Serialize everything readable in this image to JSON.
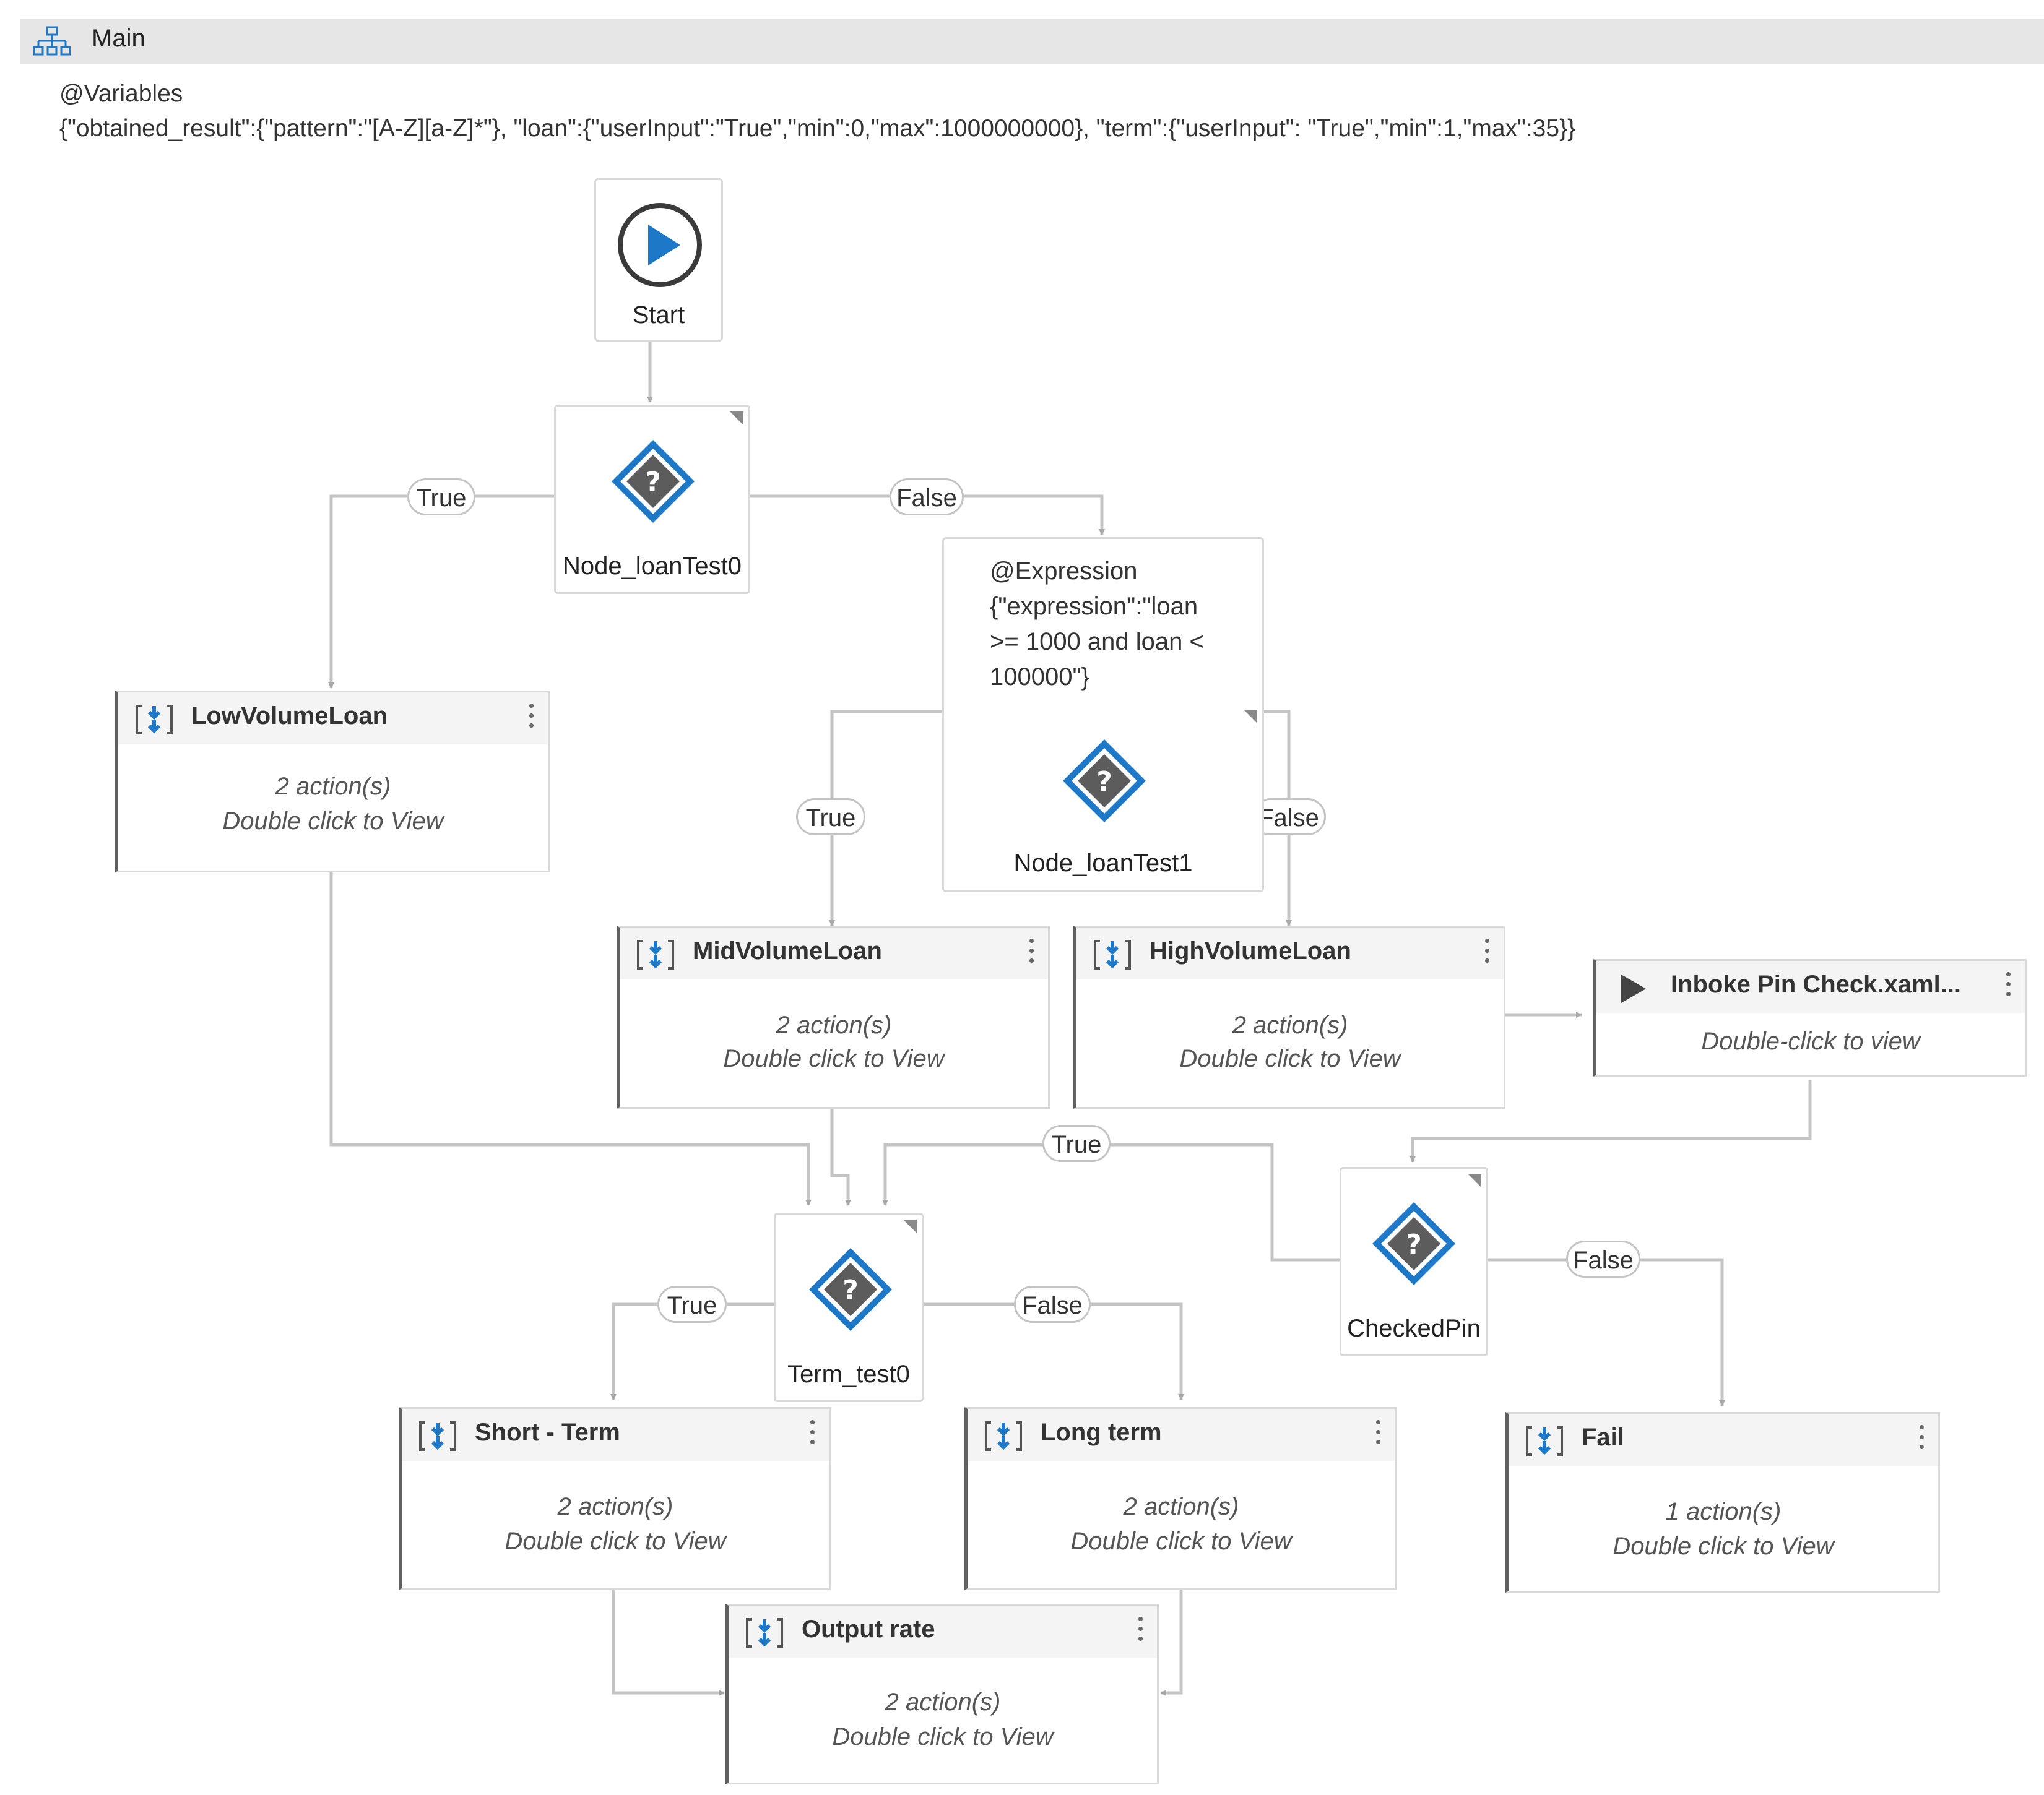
{
  "header": {
    "title": "Main",
    "icon": "flowchart-tree-icon"
  },
  "variables": {
    "heading": "@Variables",
    "json": "{\"obtained_result\":{\"pattern\":\"[A-Z][a-Z]*\"}, \"loan\":{\"userInput\":\"True\",\"min\":0,\"max\":1000000000}, \"term\":{\"userInput\": \"True\",\"min\":1,\"max\":35}}"
  },
  "start": {
    "label": "Start"
  },
  "decisions": {
    "loanTest0": {
      "label": "Node_loanTest0"
    },
    "loanTest1": {
      "label": "Node_loanTest1",
      "expression_lines": [
        "@Expression",
        "{\"expression\":\"loan",
        ">= 1000 and loan <",
        "100000\"}"
      ]
    },
    "term_test0": {
      "label": "Term_test0"
    },
    "checkedPin": {
      "label": "CheckedPin"
    }
  },
  "edge_labels": {
    "loanTest0_true": "True",
    "loanTest0_false": "False",
    "loanTest1_true": "True",
    "loanTest1_false": "False",
    "checkedPin_true": "True",
    "checkedPin_false": "False",
    "term_true": "True",
    "term_false": "False"
  },
  "sequences": {
    "lowVolume": {
      "title": "LowVolumeLoan",
      "actions": "2 action(s)",
      "hint": "Double click to View"
    },
    "midVolume": {
      "title": "MidVolumeLoan",
      "actions": "2 action(s)",
      "hint": "Double click to View"
    },
    "highVolume": {
      "title": "HighVolumeLoan",
      "actions": "2 action(s)",
      "hint": "Double click to View"
    },
    "shortTerm": {
      "title": "Short - Term",
      "actions": "2 action(s)",
      "hint": "Double click to View"
    },
    "longTerm": {
      "title": "Long term",
      "actions": "2 action(s)",
      "hint": "Double click to View"
    },
    "fail": {
      "title": "Fail",
      "actions": "1 action(s)",
      "hint": "Double click to View"
    },
    "outputRate": {
      "title": "Output rate",
      "actions": "2 action(s)",
      "hint": "Double click to View"
    }
  },
  "invoke": {
    "title": "Inboke Pin Check.xaml...",
    "hint": "Double-click to view"
  },
  "colors": {
    "accent": "#1e78c8",
    "decision_fill": "#5c5c5c",
    "wire": "#c4c4c4"
  }
}
